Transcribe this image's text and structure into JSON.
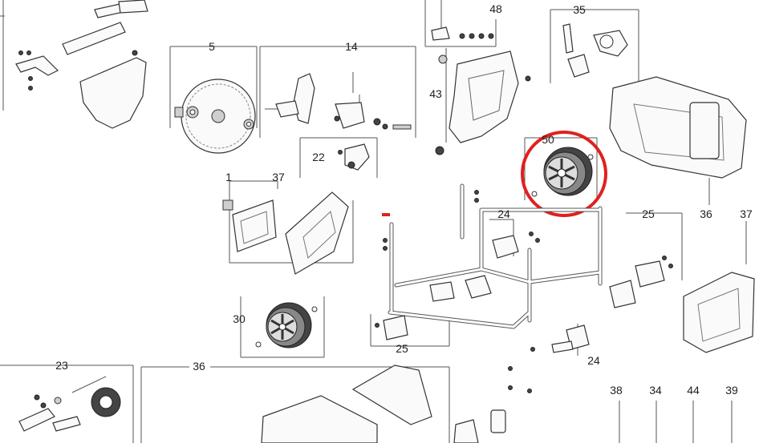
{
  "callouts": {
    "c48": "48",
    "c35": "35",
    "c5": "5",
    "c14": "14",
    "c43": "43",
    "c22": "22",
    "c50": "50",
    "c1": "1",
    "c37a": "37",
    "c24a": "24",
    "c25a": "25",
    "c36a": "36",
    "c37b": "37",
    "c30": "30",
    "c25b": "25",
    "c24b": "24",
    "c23": "23",
    "c36b": "36",
    "c38": "38",
    "c34": "34",
    "c44": "44",
    "c39": "39"
  },
  "highlight": {
    "color": "#e02020",
    "target": "50"
  }
}
